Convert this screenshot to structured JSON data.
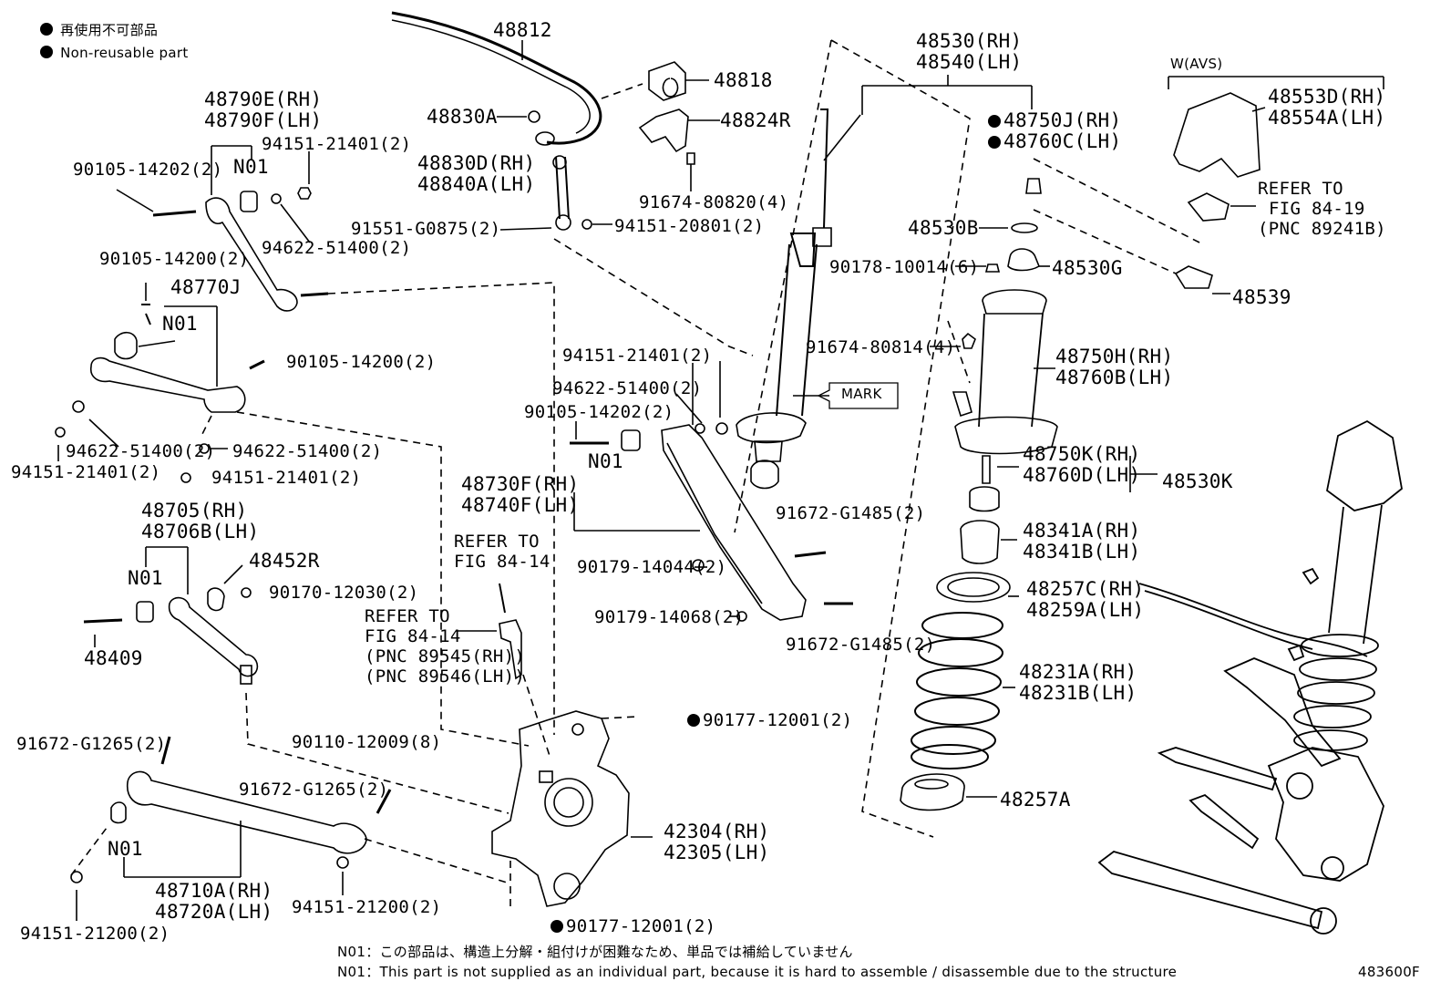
{
  "legend": {
    "jp": "再使用不可部品",
    "en": "Non-reusable part"
  },
  "figure_code": "483600F",
  "notes": {
    "jp": "N01：この部品は、構造上分解・組付けが困難なため、単品では補給していません",
    "en": "N01：This part is not supplied as an individual part, because it is hard to assemble / disassemble due to the structure"
  },
  "labels": {
    "p48812": "48812",
    "p48818": "48818",
    "p48830A": "48830A",
    "p48824R": "48824R",
    "p48830D_1": "48830D(RH)",
    "p48830D_2": "48840A(LH)",
    "p91674_80820": "91674-80820(4)",
    "p91551": "91551-G0875(2)",
    "p94151_20801": "94151-20801(2)",
    "p48790_1": "48790E(RH)",
    "p48790_2": "48790F(LH)",
    "p94151_21401_a": "94151-21401(2)",
    "n01_a": "N01",
    "p90105_14202_a": "90105-14202(2)",
    "p94622_51400_a": "94622-51400(2)",
    "p90105_14200_a": "90105-14200(2)",
    "p48770J": "48770J",
    "n01_b": "N01",
    "p90105_14200_b": "90105-14200(2)",
    "p94622_51400_b": "94622-51400(2)",
    "p94622_51400_c": "94622-51400(2)",
    "p94151_21401_b": "94151-21401(2)",
    "p94151_21401_c": "94151-21401(2)",
    "p48705_1": "48705(RH)",
    "p48706_2": "48706B(LH)",
    "p48452R": "48452R",
    "n01_c": "N01",
    "p90170": "90170-12030(2)",
    "p48409": "48409",
    "ref1_1": "REFER TO",
    "ref1_2": "FIG 84-14",
    "ref2_1": "REFER TO",
    "ref2_2": "FIG 84-14",
    "ref2_3": "(PNC 89545(RH))",
    "ref2_4": "(PNC 89546(LH))",
    "p94151_21401_d": "94151-21401(2)",
    "p94622_51400_d": "94622-51400(2)",
    "p90105_14202_b": "90105-14202(2)",
    "n01_d": "N01",
    "p48730_1": "48730F(RH)",
    "p48740_2": "48740F(LH)",
    "p90179_14044": "90179-14044(2)",
    "p90179_14068": "90179-14068(2)",
    "p91672_G1485_a": "91672-G1485(2)",
    "p91672_G1485_b": "91672-G1485(2)",
    "p48530_1": "48530(RH)",
    "p48540_2": "48540(LH)",
    "mark": "MARK",
    "p91674_80814": "91674-80814(4)",
    "p48750J_1": "48750J(RH)",
    "p48760C_2": "48760C(LH)",
    "p48530B": "48530B",
    "p90178": "90178-10014(6)",
    "p48530G": "48530G",
    "w_avs": "W(AVS)",
    "p48553D_1": "48553D(RH)",
    "p48554A_2": "48554A(LH)",
    "ref3_1": "REFER TO",
    "ref3_2": "FIG 84-19",
    "ref3_3": "(PNC 89241B)",
    "p48539": "48539",
    "p48750H_1": "48750H(RH)",
    "p48760B_2": "48760B(LH)",
    "p48750K_1": "48750K(RH)",
    "p48760D_2": "48760D(LH)",
    "p48530K": "48530K",
    "p48341A_1": "48341A(RH)",
    "p48341B_2": "48341B(LH)",
    "p48257C_1": "48257C(RH)",
    "p48259A_2": "48259A(LH)",
    "p48231A_1": "48231A(RH)",
    "p48231B_2": "48231B(LH)",
    "p48257A": "48257A",
    "p90177_a": "90177-12001(2)",
    "p90177_b": "90177-12001(2)",
    "p90110": "90110-12009(8)",
    "p91672_G1265_a": "91672-G1265(2)",
    "p91672_G1265_b": "91672-G1265(2)",
    "n01_e": "N01",
    "p48710_1": "48710A(RH)",
    "p48720_2": "48720A(LH)",
    "p94151_21200_a": "94151-21200(2)",
    "p94151_21200_b": "94151-21200(2)",
    "p42304_1": "42304(RH)",
    "p42305_2": "42305(LH)"
  }
}
